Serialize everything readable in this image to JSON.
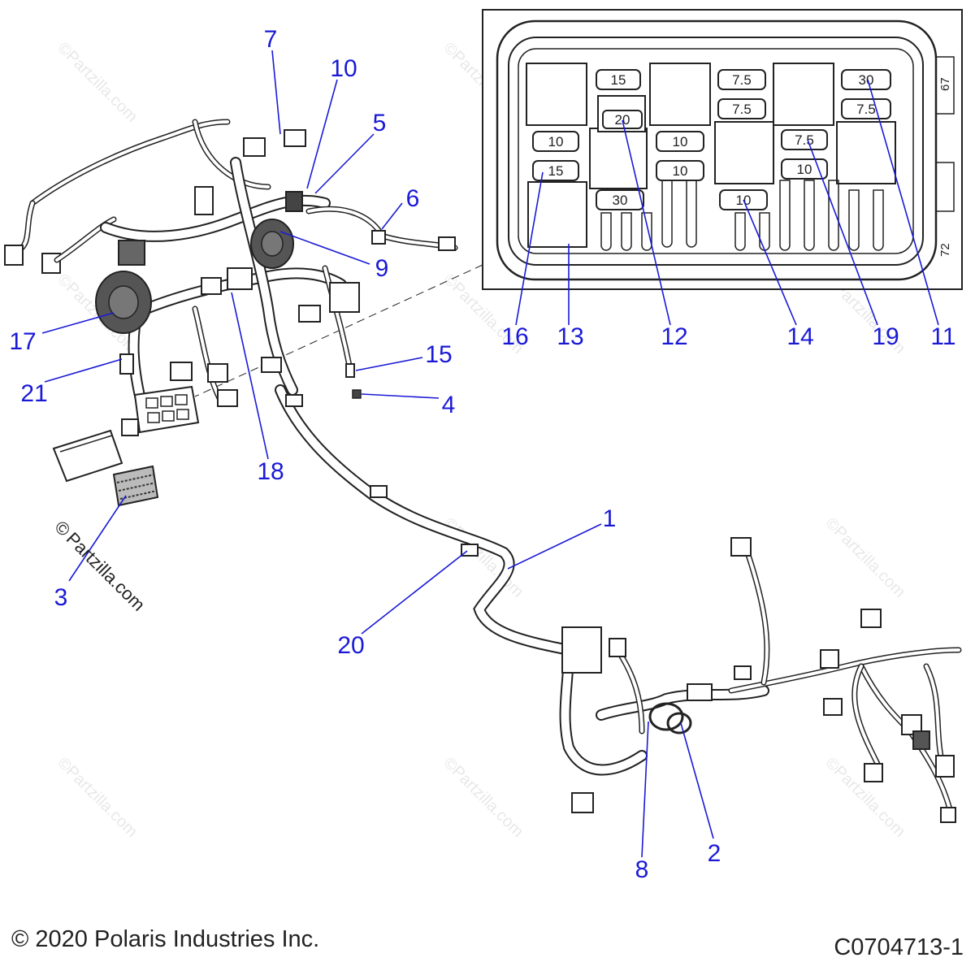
{
  "callouts": [
    {
      "id": "1",
      "label": "1"
    },
    {
      "id": "2",
      "label": "2"
    },
    {
      "id": "3",
      "label": "3"
    },
    {
      "id": "4",
      "label": "4"
    },
    {
      "id": "5",
      "label": "5"
    },
    {
      "id": "6",
      "label": "6"
    },
    {
      "id": "7",
      "label": "7"
    },
    {
      "id": "8",
      "label": "8"
    },
    {
      "id": "9",
      "label": "9"
    },
    {
      "id": "10",
      "label": "10"
    },
    {
      "id": "11",
      "label": "11"
    },
    {
      "id": "12",
      "label": "12"
    },
    {
      "id": "13",
      "label": "13"
    },
    {
      "id": "14",
      "label": "14"
    },
    {
      "id": "15",
      "label": "15"
    },
    {
      "id": "16",
      "label": "16"
    },
    {
      "id": "17",
      "label": "17"
    },
    {
      "id": "18",
      "label": "18"
    },
    {
      "id": "19",
      "label": "19"
    },
    {
      "id": "20",
      "label": "20"
    },
    {
      "id": "21",
      "label": "21"
    }
  ],
  "fuse_box": {
    "fuse_ratings": [
      "15",
      "20",
      "10",
      "15",
      "30",
      "10",
      "10",
      "7.5",
      "7.5",
      "10",
      "7.5",
      "10",
      "30",
      "7.5"
    ],
    "side_numbers": [
      "67",
      "72"
    ]
  },
  "watermark": {
    "symbol": "©",
    "text": "Partzilla.com"
  },
  "footer": {
    "copyright": "© 2020 Polaris Industries Inc.",
    "figure_code": "C0704713-1"
  }
}
